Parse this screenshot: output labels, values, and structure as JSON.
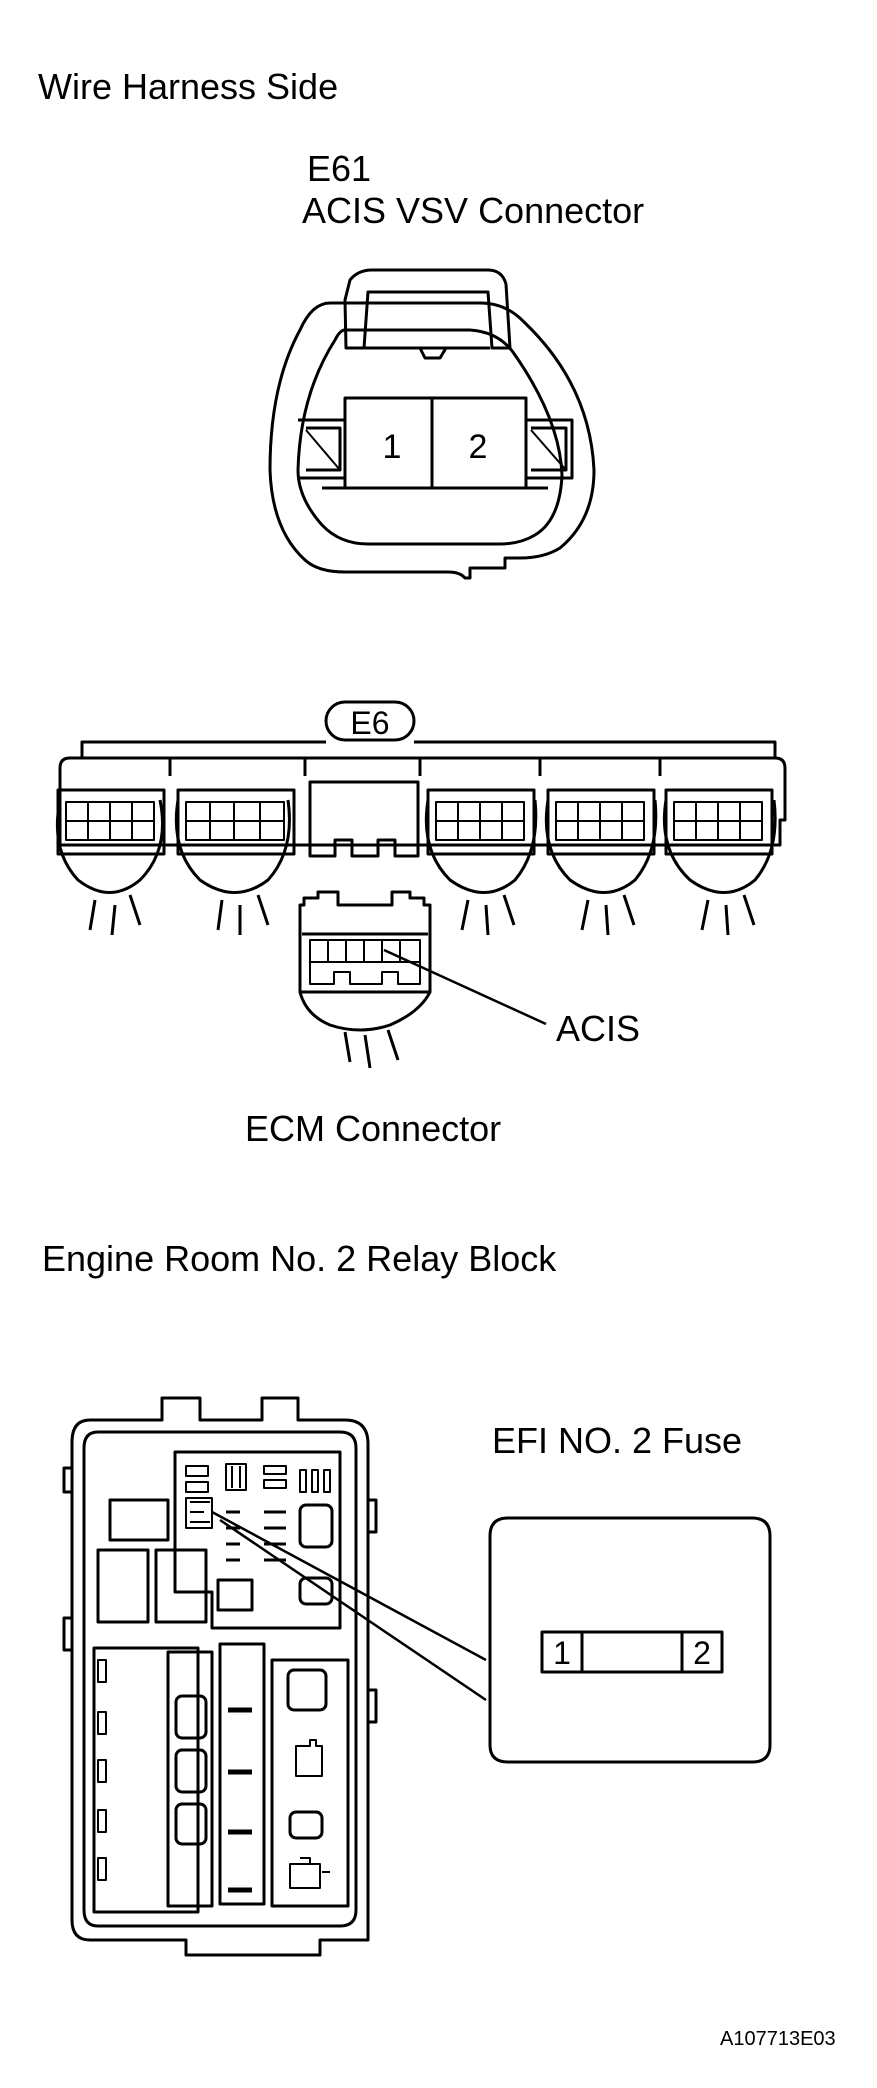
{
  "section_wire_harness": {
    "title": "Wire Harness Side",
    "connector_id": "E61",
    "connector_name": "ACIS VSV Connector",
    "pins": [
      "1",
      "2"
    ]
  },
  "section_ecm": {
    "connector_tag": "E6",
    "signal_label": "ACIS",
    "caption": "ECM Connector"
  },
  "section_relay": {
    "title": "Engine Room No. 2 Relay Block",
    "fuse_label": "EFI NO. 2 Fuse",
    "fuse_pins": [
      "1",
      "2"
    ]
  },
  "footer": {
    "figure_code": "A107713E03"
  }
}
